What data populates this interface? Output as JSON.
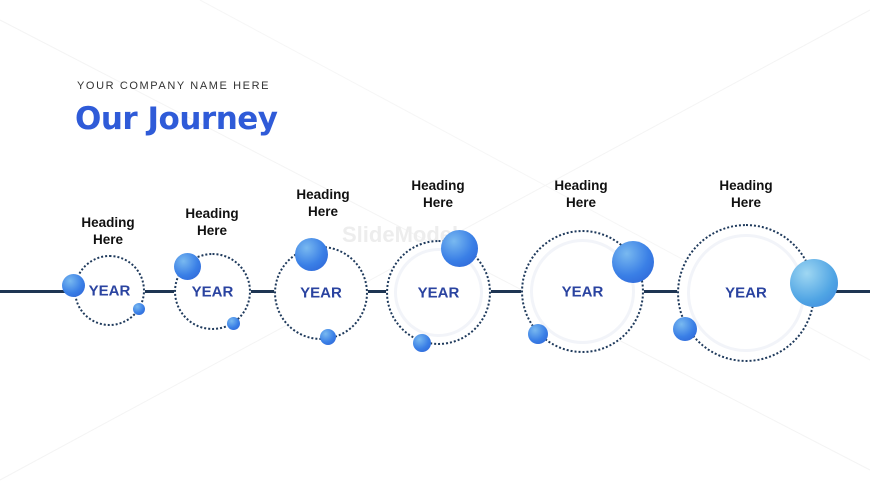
{
  "header": {
    "company": "YOUR COMPANY NAME HERE",
    "title": "Our Journey"
  },
  "watermark": "SlideModel",
  "milestones": [
    {
      "heading_line1": "Heading",
      "heading_line2": "Here",
      "year": "YEAR"
    },
    {
      "heading_line1": "Heading",
      "heading_line2": "Here",
      "year": "YEAR"
    },
    {
      "heading_line1": "Heading",
      "heading_line2": "Here",
      "year": "YEAR"
    },
    {
      "heading_line1": "Heading",
      "heading_line2": "Here",
      "year": "YEAR"
    },
    {
      "heading_line1": "Heading",
      "heading_line2": "Here",
      "year": "YEAR"
    },
    {
      "heading_line1": "Heading",
      "heading_line2": "Here",
      "year": "YEAR"
    }
  ],
  "colors": {
    "title": "#2f5bd8",
    "timeline": "#1e3553",
    "year_text": "#2a43a0",
    "ball": "#3a7fe6"
  }
}
